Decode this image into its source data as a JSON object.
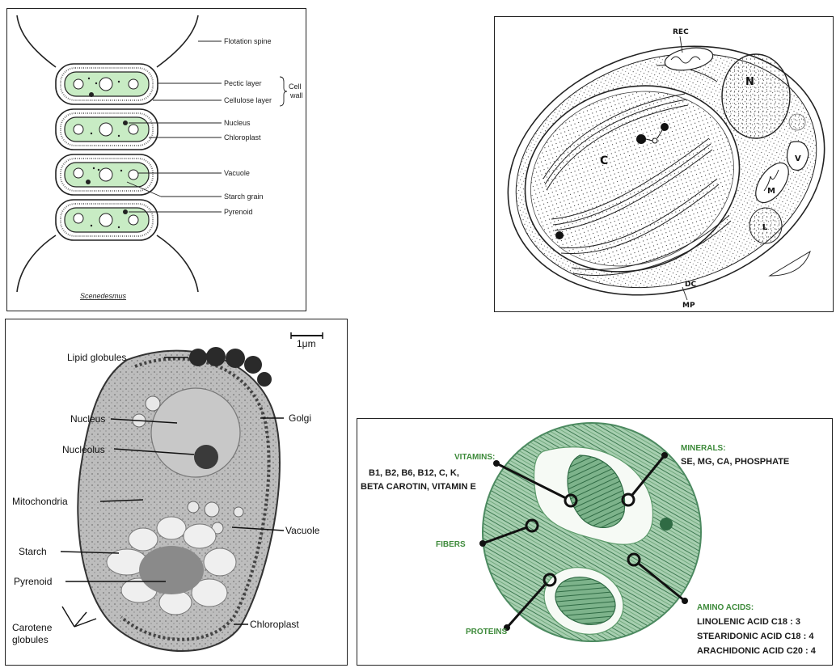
{
  "scenedesmus": {
    "title": "Scenedesmus",
    "labels": {
      "flotation_spine": "Flotation spine",
      "pectic_layer": "Pectic layer",
      "cellulose_layer": "Cellulose layer",
      "cell": "Cell",
      "wall": "wall",
      "nucleus": "Nucleus",
      "chloroplast": "Chloroplast",
      "vacuole": "Vacuole",
      "starch_grain": "Starch grain",
      "pyrenoid": "Pyrenoid"
    },
    "colors": {
      "cell_fill": "#c8ecc4"
    }
  },
  "chlorella_drawing": {
    "labels": {
      "rec": "REC",
      "n": "N",
      "c": "C",
      "v": "V",
      "m": "M",
      "l": "L",
      "dc": "DC",
      "mp": "MP"
    }
  },
  "em_micrograph": {
    "scale_bar": "1μm",
    "labels": {
      "lipid_globules": "Lipid globules",
      "nucleus": "Nucleus",
      "nucleolus": "Nucleolus",
      "mitochondria": "Mitochondria",
      "starch": "Starch",
      "pyrenoid": "Pyrenoid",
      "carotene_1": "Carotene",
      "carotene_2": "globules",
      "golgi": "Golgi",
      "vacuole": "Vacuole",
      "chloroplast": "Chloroplast"
    }
  },
  "nutrients": {
    "colors": {
      "heading": "#3d8a3a",
      "body": "#1a1a1a",
      "cell": "#5f9f78"
    },
    "vitamins": {
      "heading": "VITAMINS:",
      "line1": "B1, B2, B6, B12, C, K,",
      "line2": "BETA CAROTIN, VITAMIN E"
    },
    "minerals": {
      "heading": "MINERALS:",
      "line1": "SE, MG, CA, PHOSPHATE"
    },
    "fibers": {
      "heading": "FIBERS"
    },
    "proteins": {
      "heading": "PROTEINS"
    },
    "amino_acids": {
      "heading": "AMINO ACIDS:",
      "line1": "LINOLENIC ACID  C18 : 3",
      "line2": "STEARIDONIC ACID  C18 : 4",
      "line3": "ARACHIDONIC ACID  C20 : 4"
    }
  }
}
